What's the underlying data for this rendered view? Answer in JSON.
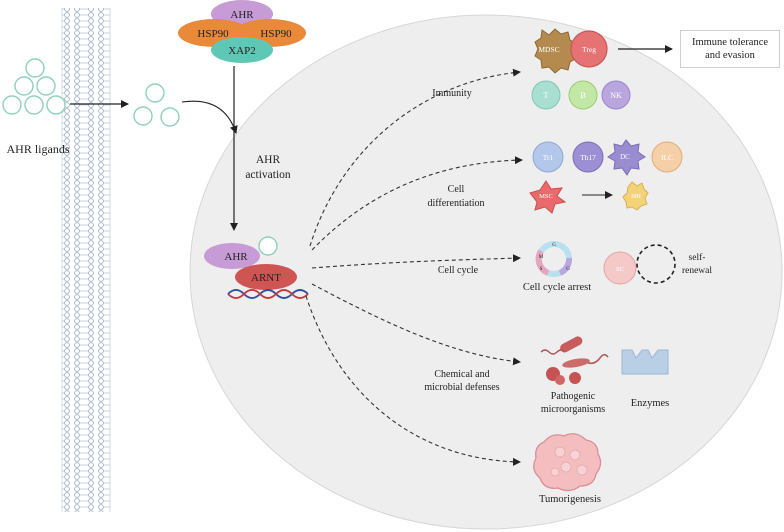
{
  "ligands_label": "AHR ligands",
  "complex": {
    "ahr": "AHR",
    "hsp90_left": "HSP90",
    "hsp90_right": "HSP90",
    "xap2": "XAP2"
  },
  "activation_label": [
    "AHR",
    "activation"
  ],
  "nucleus": {
    "ahr": "AHR",
    "arnt": "ARNT"
  },
  "pathways": {
    "immunity": "Immunity",
    "differentiation": [
      "Cell",
      "differentiation"
    ],
    "cell_cycle": "Cell cycle",
    "defenses": [
      "Chemical and",
      "microbial defenses"
    ],
    "tumor": "Tumorigenesis"
  },
  "immune_cells": [
    "MDSC",
    "Treg",
    "T",
    "B",
    "NK"
  ],
  "outcome_box": [
    "Immune tolerance",
    "and evasion"
  ],
  "diff_cells": [
    "Tr1",
    "Th17",
    "DC",
    "ILC"
  ],
  "ms_cells": [
    "MSC",
    "MH"
  ],
  "cycle": {
    "label": "Cell cycle arrest",
    "phases": [
      "G",
      "G",
      "S",
      "M"
    ],
    "self_cell": "SC",
    "self_renewal": [
      "self-",
      "renewal"
    ]
  },
  "defense_labels": {
    "pathogens": [
      "Pathogenic",
      "microorganisms"
    ],
    "enzymes": "Enzymes"
  },
  "colors": {
    "ahr": "#c79bd6",
    "hsp90": "#e88a3a",
    "xap2": "#5fc7b6",
    "arnt": "#cf5555",
    "ligand_stroke": "#8fd1b9",
    "nucleus": "#efeeee"
  }
}
